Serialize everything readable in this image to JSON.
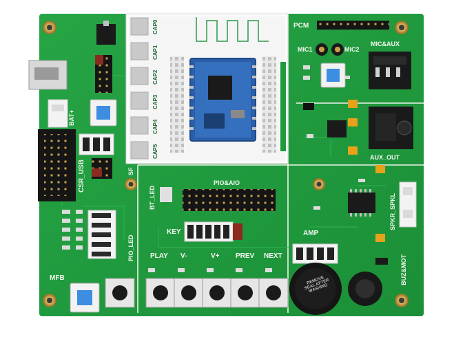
{
  "board": {
    "colors": {
      "pcb": "#1f9a3c",
      "pcb_dark": "#157a2d",
      "pcb_light": "#2bb04a",
      "silkscreen": "#f4f7f0",
      "header": "#1a1a1a",
      "gold": "#c9a34a",
      "button_cap": "#3d8ee0",
      "jumper_red": "#8b2a20",
      "capacitor": "#e6a21a",
      "bt_module": "#2a5ea8"
    },
    "labels": {
      "pcm": "PCM",
      "mic1": "MIC1",
      "mic2": "MIC2",
      "mic_aux": "MIC&AUX",
      "aux_out": "AUX_OUT",
      "cap0": "CAP0",
      "cap1": "CAP1",
      "cap2": "CAP2",
      "cap3": "CAP3",
      "cap4": "CAP4",
      "cap5": "CAP5",
      "bat_plus": "BAT+",
      "csr_usb": "CSR_USB",
      "sf": "SF",
      "bt_led": "BT_LED",
      "pio_aio": "PIO&AIO",
      "pio_led": "PIO_LED",
      "key": "KEY",
      "amp": "AMP",
      "spkr_spkl": "SPKR_SPKL",
      "buz_mot": "BUZ&MOT",
      "mfb": "MFB",
      "play": "PLAY",
      "v_minus": "V-",
      "v_plus": "V+",
      "prev": "PREV",
      "next": "NEXT",
      "buzzer_text": "REMOVE SEAL AFTER WASHING"
    },
    "icons": [
      "mounting-hole-icon",
      "usb-port-icon",
      "audio-jack-icon",
      "push-button-icon",
      "microphone-icon",
      "buzzer-icon",
      "vibration-motor-icon"
    ]
  }
}
